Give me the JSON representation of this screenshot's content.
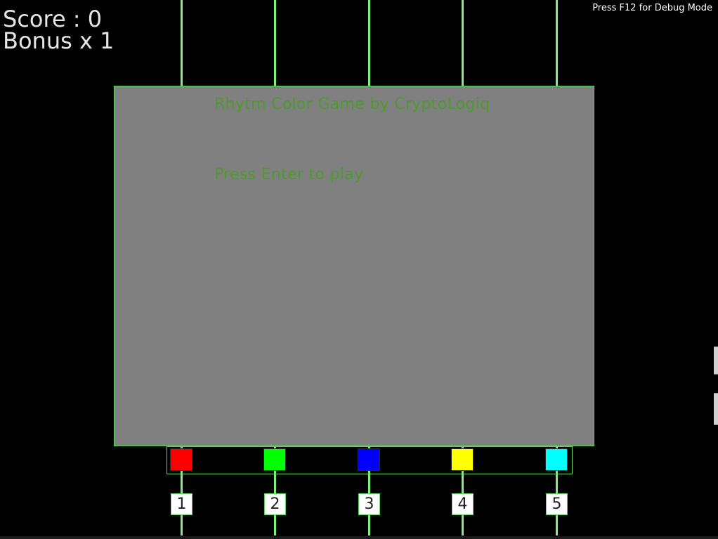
{
  "hud": {
    "score_text": "Score : 0",
    "bonus_text": "Bonus x 1",
    "debug_hint": "Press F12 for Debug Mode"
  },
  "panel": {
    "title": "Rhytm Color Game by CryptoLogiq",
    "prompt": "Press Enter to play"
  },
  "lanes": [
    {
      "key": "1",
      "color": "#ff0000"
    },
    {
      "key": "2",
      "color": "#00ff00"
    },
    {
      "key": "3",
      "color": "#0000ff"
    },
    {
      "key": "4",
      "color": "#ffff00"
    },
    {
      "key": "5",
      "color": "#00ffff"
    }
  ],
  "colors": {
    "background": "#000000",
    "lane_line": "#7cf27c",
    "panel_fill": "#808080",
    "panel_border": "#5cd65c",
    "panel_text": "#4f9a30",
    "hud_text": "#e6e6e6"
  }
}
